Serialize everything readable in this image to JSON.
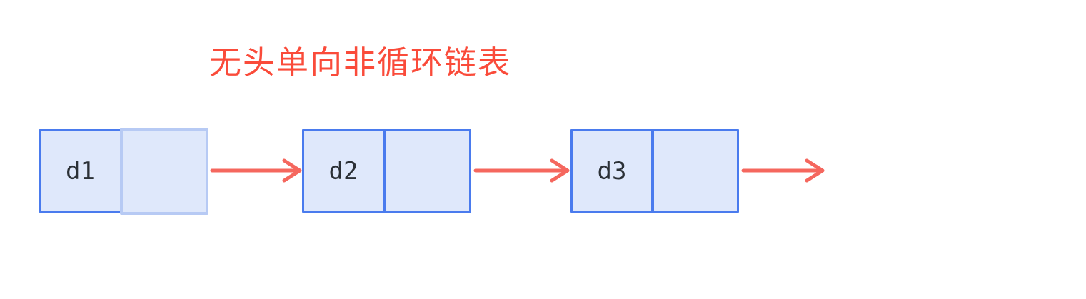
{
  "title": {
    "text": "无头单向非循环链表"
  },
  "diagram": {
    "type": "singly-linked-list",
    "nodes": [
      {
        "label": "d1"
      },
      {
        "label": "d2"
      },
      {
        "label": "d3"
      }
    ],
    "arrow_count": 3,
    "tail_arrow_points_to": "null (empty space)"
  },
  "colors": {
    "title_color": "#fa4b3a",
    "arrow_color": "#f5675e",
    "node_border": "#4a7bee",
    "node_fill": "#dfe8fb",
    "next_cell_border": "#b7caf4",
    "label_color": "#2b3036",
    "canvas_bg": "#ffffff"
  }
}
